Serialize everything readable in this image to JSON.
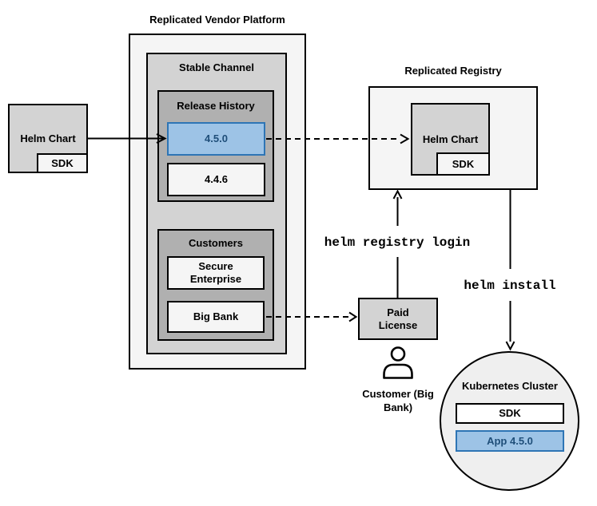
{
  "colors": {
    "canvas_bg": "#ffffff",
    "outer_container_fill": "#f5f5f5",
    "panel_gray_fill": "#d3d3d3",
    "inner_panel_fill": "#b0b0b0",
    "item_light_fill": "#f5f5f5",
    "cluster_circle_fill": "#efefef",
    "stroke_black": "#000000",
    "release_blue_fill": "#9dc3e6",
    "release_blue_stroke": "#2e75b5",
    "release_blue_text": "#1f4e79"
  },
  "vendor_platform": {
    "title": "Replicated Vendor Platform",
    "stable_channel": {
      "title": "Stable Channel",
      "release_history": {
        "title": "Release History",
        "releases": [
          {
            "version": "4.5.0",
            "highlighted": true
          },
          {
            "version": "4.4.6",
            "highlighted": false
          }
        ]
      },
      "customers": {
        "title": "Customers",
        "items": [
          {
            "name": "Secure Enterprise"
          },
          {
            "name": "Big Bank"
          }
        ]
      }
    }
  },
  "helm_chart_source": {
    "label": "Helm Chart",
    "sdk": "SDK"
  },
  "registry": {
    "title": "Replicated Registry",
    "helm_chart": "Helm Chart",
    "sdk": "SDK"
  },
  "paid_license": {
    "label": "Paid License"
  },
  "customer_actor": {
    "label": "Customer (Big Bank)"
  },
  "commands": {
    "registry_login": "helm registry login",
    "install": "helm install"
  },
  "cluster": {
    "title": "Kubernetes Cluster",
    "sdk": "SDK",
    "app": "App 4.5.0"
  }
}
